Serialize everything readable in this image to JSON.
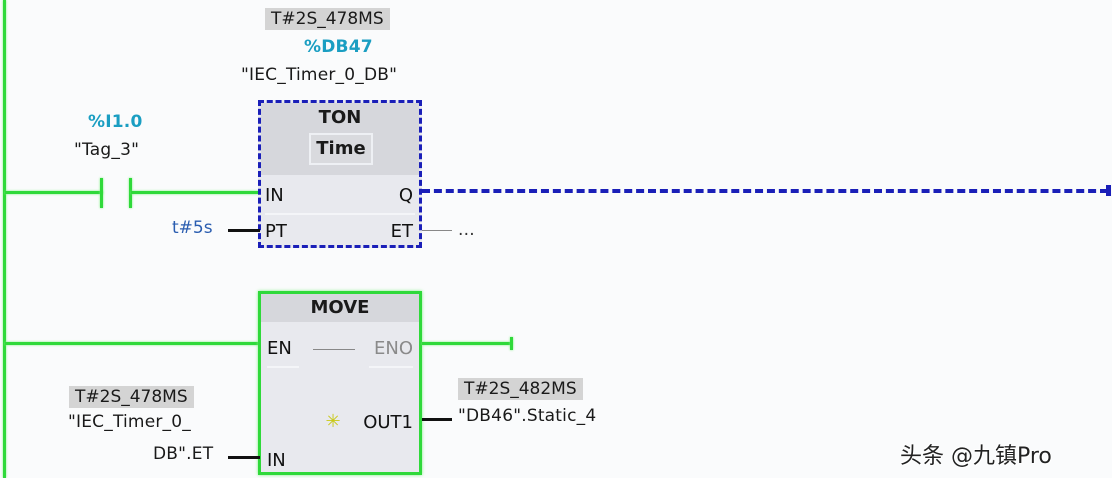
{
  "network1": {
    "contact": {
      "address": "%I1.0",
      "tag": "\"Tag_3\""
    },
    "ton_block": {
      "runtime_value": "T#2S_478MS",
      "instance_db_address": "%DB47",
      "instance_db_name": "\"IEC_Timer_0_DB\"",
      "type": "TON",
      "data_type": "Time",
      "pins": {
        "in": "IN",
        "pt": "PT",
        "q": "Q",
        "et": "ET"
      },
      "pt_value": "t#5s",
      "et_output": "..."
    }
  },
  "network2": {
    "move_block": {
      "type": "MOVE",
      "pins": {
        "en": "EN",
        "eno": "ENO",
        "in": "IN",
        "out1": "OUT1"
      }
    },
    "input": {
      "runtime_value": "T#2S_478MS",
      "operand_line1": "\"IEC_Timer_0_",
      "operand_line2": "DB\".ET"
    },
    "output": {
      "runtime_value": "T#2S_482MS",
      "operand": "\"DB46\".Static_4"
    }
  },
  "watermark": "头条 @九镇Pro",
  "colors": {
    "power_flow": "#2fd93a",
    "not_energized": "#1a1fb8",
    "tag_address": "#1a9ec2",
    "constant": "#2a5db0",
    "value_bg": "#d4d4d4"
  }
}
